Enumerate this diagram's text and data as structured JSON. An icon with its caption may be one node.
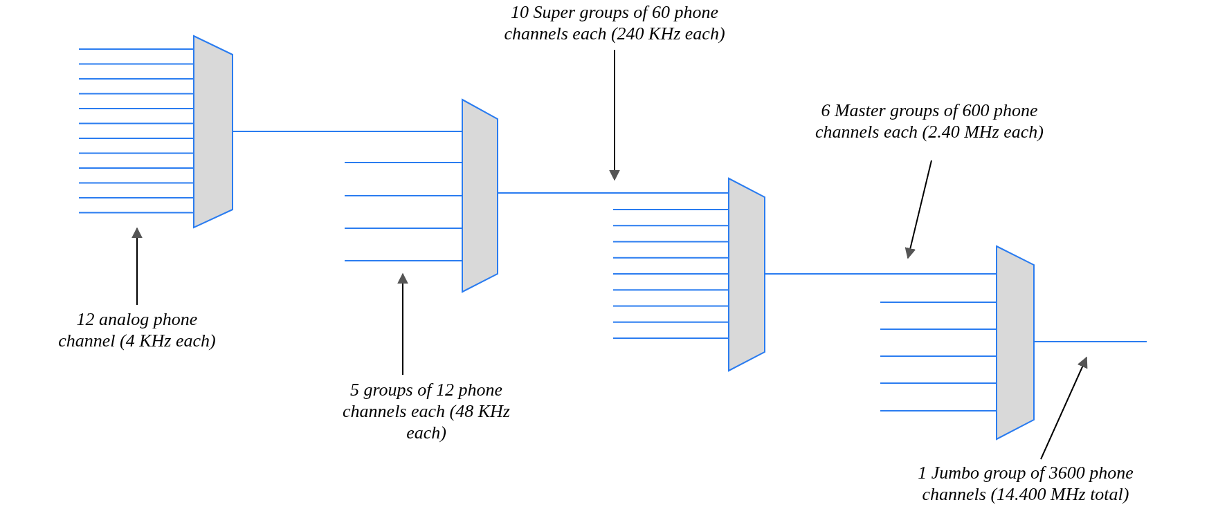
{
  "diagram": {
    "nodes": [
      {
        "text": [],
        "shape": "trapezoid"
      },
      {
        "text": [],
        "shape": "trapezoid"
      },
      {
        "text": [],
        "shape": "trapezoid"
      },
      {
        "text": [],
        "shape": "trapezoid"
      },
      {
        "text": [
          "10 Super groups of 60 phone channels each (240 KHz each)"
        ]
      },
      {
        "text": [
          "6 Master groups of 600 phone channels each (2.40 MHz each)"
        ]
      },
      {
        "text": [
          "12 analog phone channel (4 KHz each)"
        ]
      },
      {
        "text": [
          "5 groups of 12 phone channels each (48 KHz each)"
        ]
      },
      {
        "text": [
          "1 Jumbo group of 3600 phone channels (14.400 MHz total)"
        ]
      }
    ],
    "edges": [
      {
        "from": null,
        "to": 0,
        "arrow": "none"
      },
      {
        "from": null,
        "to": 0,
        "arrow": "none"
      },
      {
        "from": null,
        "to": 0,
        "arrow": "none"
      },
      {
        "from": null,
        "to": 0,
        "arrow": "none"
      },
      {
        "from": null,
        "to": 0,
        "arrow": "none"
      },
      {
        "from": null,
        "to": 0,
        "arrow": "none"
      },
      {
        "from": null,
        "to": 0,
        "arrow": "none"
      },
      {
        "from": null,
        "to": 0,
        "arrow": "none"
      },
      {
        "from": null,
        "to": 0,
        "arrow": "none"
      },
      {
        "from": null,
        "to": 0,
        "arrow": "none"
      },
      {
        "from": null,
        "to": 0,
        "arrow": "none"
      },
      {
        "from": null,
        "to": 0,
        "arrow": "none"
      },
      {
        "from": 0,
        "to": 1,
        "arrow": "none"
      },
      {
        "from": null,
        "to": 1,
        "arrow": "none"
      },
      {
        "from": null,
        "to": 1,
        "arrow": "none"
      },
      {
        "from": null,
        "to": 1,
        "arrow": "none"
      },
      {
        "from": null,
        "to": 1,
        "arrow": "none"
      },
      {
        "from": 1,
        "to": 2,
        "arrow": "none"
      },
      {
        "from": null,
        "to": 2,
        "arrow": "none"
      },
      {
        "from": null,
        "to": 2,
        "arrow": "none"
      },
      {
        "from": null,
        "to": 2,
        "arrow": "none"
      },
      {
        "from": null,
        "to": 2,
        "arrow": "none"
      },
      {
        "from": null,
        "to": 2,
        "arrow": "none"
      },
      {
        "from": null,
        "to": 2,
        "arrow": "none"
      },
      {
        "from": null,
        "to": 2,
        "arrow": "none"
      },
      {
        "from": null,
        "to": 2,
        "arrow": "none"
      },
      {
        "from": null,
        "to": 2,
        "arrow": "none"
      },
      {
        "from": 2,
        "to": 3,
        "arrow": "none"
      },
      {
        "from": null,
        "to": 3,
        "arrow": "none"
      },
      {
        "from": null,
        "to": 3,
        "arrow": "none"
      },
      {
        "from": null,
        "to": 3,
        "arrow": "none"
      },
      {
        "from": null,
        "to": 3,
        "arrow": "none"
      },
      {
        "from": null,
        "to": 3,
        "arrow": "none"
      },
      {
        "from": 3,
        "to": null,
        "arrow": "none"
      },
      {
        "from": 4,
        "to": null,
        "arrow": "to",
        "color": "#000000"
      },
      {
        "from": 5,
        "to": null,
        "arrow": "to",
        "color": "#000000"
      },
      {
        "from": 6,
        "to": null,
        "arrow": "to",
        "color": "#000000"
      },
      {
        "from": 7,
        "to": null,
        "arrow": "to",
        "color": "#000000"
      },
      {
        "from": 8,
        "to": null,
        "arrow": "to",
        "color": "#000000"
      }
    ]
  }
}
